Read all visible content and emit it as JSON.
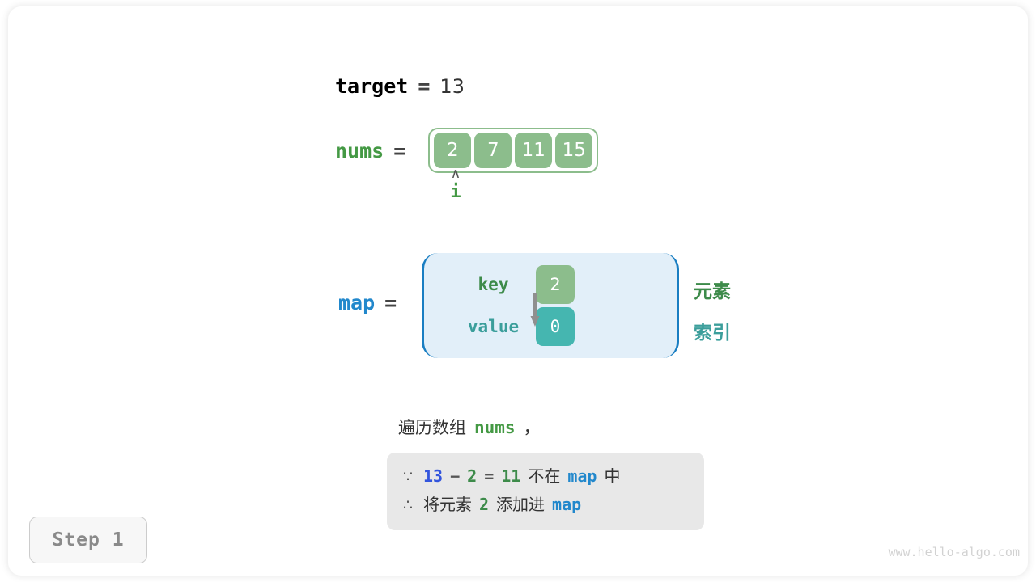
{
  "variables": {
    "target": {
      "name": "target",
      "equals": "=",
      "value": "13"
    },
    "nums": {
      "name": "nums",
      "equals": "=",
      "values": [
        "2",
        "7",
        "11",
        "15"
      ]
    },
    "map": {
      "name": "map",
      "equals": "=",
      "key_label": "key",
      "value_label": "value",
      "key_cell": "2",
      "value_cell": "0"
    }
  },
  "pointer": {
    "caret": "∧",
    "label": "i"
  },
  "legends": {
    "element": "元素",
    "index": "索引"
  },
  "caption": {
    "prefix": "遍历数组",
    "keyword": "nums",
    "suffix": "，"
  },
  "explanation": {
    "line1": {
      "symbol": "∵",
      "target": "13",
      "minus": "−",
      "num": "2",
      "equals": "=",
      "result": "11",
      "text_mid": "不在",
      "map": "map",
      "text_end": "中"
    },
    "line2": {
      "symbol": "∴",
      "text_start": "将元素",
      "num": "2",
      "text_mid": "添加进",
      "map": "map"
    }
  },
  "step": {
    "label": "Step 1"
  },
  "watermark": {
    "text": "www.hello-algo.com"
  },
  "colors": {
    "target_blue": "#3355dd",
    "nums_green": "#449944",
    "map_blue": "#2288cc",
    "cell_green": "#8cbd8c",
    "cell_teal": "#45b6b0",
    "element_green": "#3d8b4a",
    "index_teal": "#3b9e9b",
    "map_bg": "#e2eff9",
    "map_border": "#1a7ec2",
    "explain_bg": "#e8e8e8"
  }
}
